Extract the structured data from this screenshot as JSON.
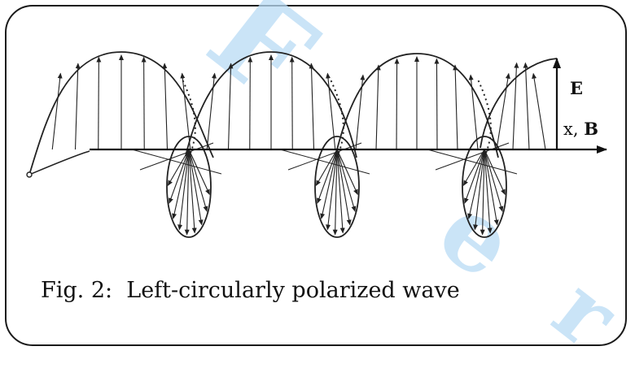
{
  "figure": {
    "caption": "Fig. 2:  Left-circularly polarized wave",
    "label_e": "E",
    "label_x": "x, ",
    "label_b": "B"
  },
  "watermark": {
    "letters": [
      "F",
      "e",
      "r"
    ],
    "color": "#b9dcf5"
  },
  "colors": {
    "line": "#222222",
    "frame": "#1a1a1a"
  }
}
